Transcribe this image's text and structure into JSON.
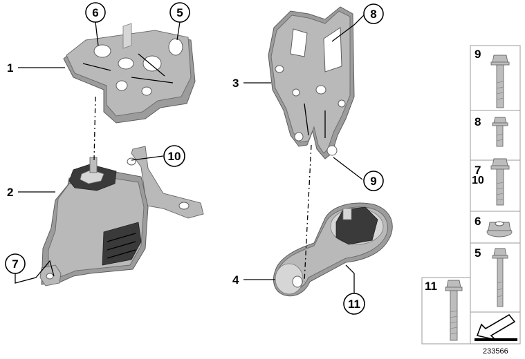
{
  "figure": {
    "reference_number": "233566"
  },
  "part_labels": {
    "p1": "1",
    "p2": "2",
    "p3": "3",
    "p4": "4"
  },
  "callouts": {
    "c6": "6",
    "c5": "5",
    "c8": "8",
    "c10": "10",
    "c9": "9",
    "c7": "7",
    "c11": "11"
  },
  "hardware_panel": {
    "cells": [
      {
        "labels": [
          "9"
        ],
        "icon": "flange-bolt-long-icon"
      },
      {
        "labels": [
          "8"
        ],
        "icon": "flange-bolt-short-icon"
      },
      {
        "labels": [
          "7",
          "10"
        ],
        "icon": "flange-bolt-medium-icon"
      },
      {
        "labels": [
          "6"
        ],
        "icon": "flange-nut-icon"
      },
      {
        "labels": [
          "5"
        ],
        "icon": "flange-bolt-thin-icon"
      }
    ],
    "side_cell": {
      "labels": [
        "11"
      ],
      "icon": "flange-bolt-extra-long-icon"
    },
    "arrow_icon": "direction-arrow-icon"
  }
}
